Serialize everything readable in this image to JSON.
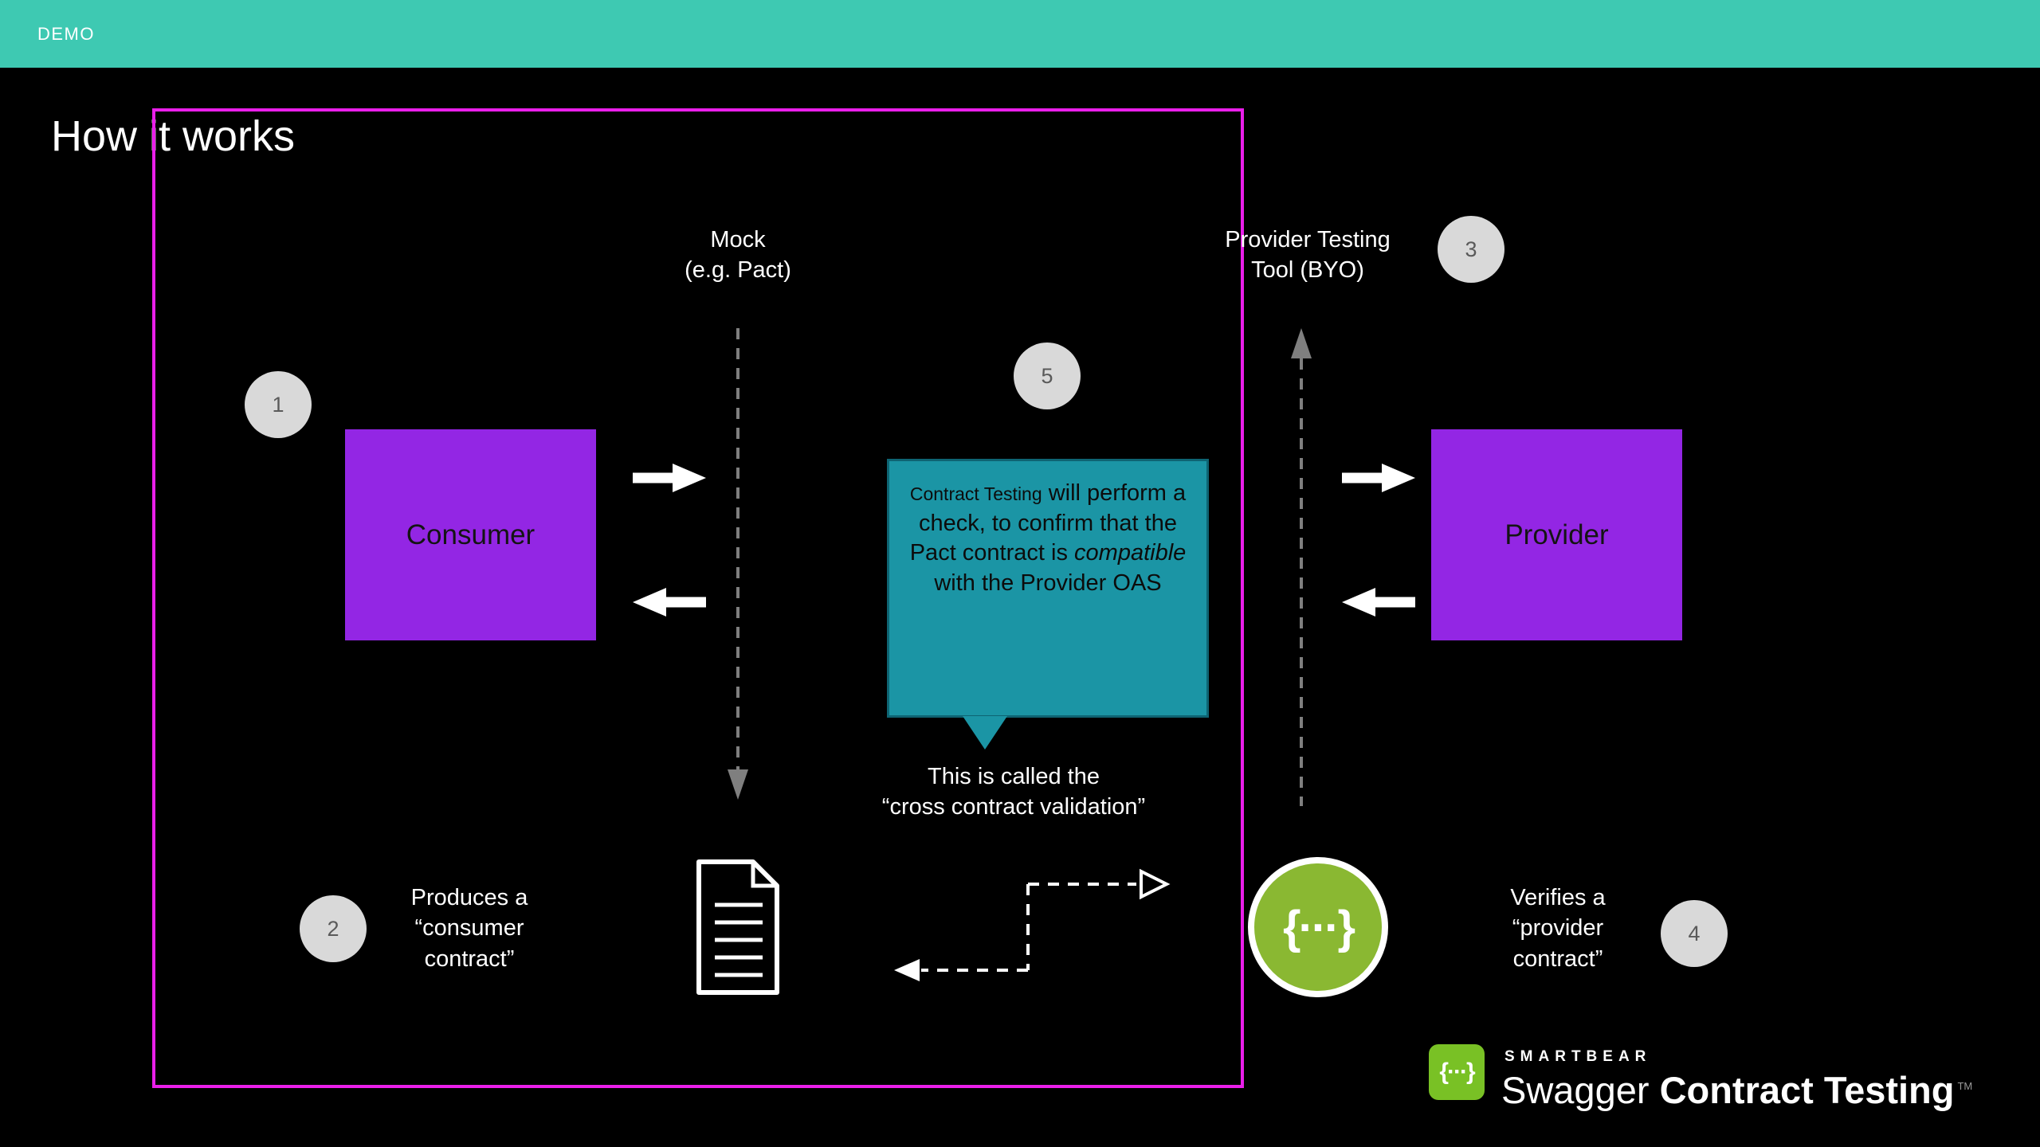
{
  "banner": {
    "label": "DEMO"
  },
  "slide": {
    "title": "How it works"
  },
  "nodes": {
    "consumer": {
      "label": "Consumer"
    },
    "provider": {
      "label": "Provider"
    },
    "mock": {
      "line1": "Mock",
      "line2": "(e.g. Pact)"
    },
    "provider_tool": {
      "line1": "Provider Testing",
      "line2": "Tool (BYO)"
    }
  },
  "badges": {
    "s1": "1",
    "s2": "2",
    "s3": "3",
    "s4": "4",
    "s5": "5"
  },
  "callout": {
    "lead": "Contract Testing",
    "body_1": " will perform a check, to confirm that the Pact contract is ",
    "emphasis": "compatible",
    "body_2": " with the Provider OAS"
  },
  "captions": {
    "cross_line1": "This is called the",
    "cross_line2": "“cross contract validation”",
    "produces_line1": "Produces a",
    "produces_line2": "“consumer",
    "produces_line3": "contract”",
    "verifies_line1": "Verifies a",
    "verifies_line2": "“provider",
    "verifies_line3": "contract”"
  },
  "icons": {
    "swagger_glyph": "{···}",
    "smartbear_glyph": "{···}"
  },
  "logo": {
    "brand": "SMARTBEAR",
    "product_light": "Swagger ",
    "product_bold": "Contract Testing",
    "tm": "TM"
  },
  "colors": {
    "banner_teal": "#3EC9B2",
    "node_purple": "#9326E4",
    "highlight_magenta": "#EA1FEA",
    "callout_teal": "#1B95A5",
    "callout_border": "#0E6473",
    "badge_gray": "#D9D9D9",
    "swagger_green": "#8AB832",
    "logo_green": "#79C125",
    "dash_gray": "#7F7F7F"
  }
}
